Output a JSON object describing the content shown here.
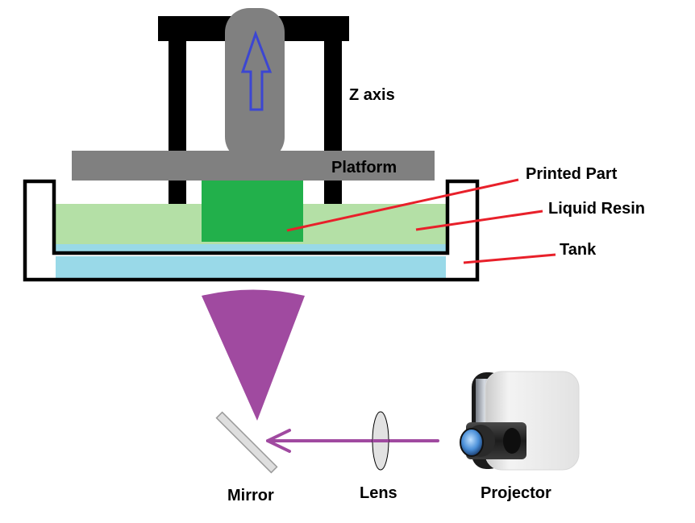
{
  "title": "DLP 3D printer diagram",
  "labels": {
    "z_axis": "Z axis",
    "platform": "Platform",
    "printed_part": "Printed Part",
    "liquid_resin": "Liquid Resin",
    "tank": "Tank",
    "mirror": "Mirror",
    "lens": "Lens",
    "projector": "Projector"
  },
  "colors": {
    "frame": "#000000",
    "platform": "#808080",
    "z_arrow": "#3c46d2",
    "printed_part": "#22b04b",
    "resin": "#b4e0a6",
    "tank_base": "#99d9e8",
    "leader_line": "#e8202a",
    "light_beam": "#a04aa0",
    "lens": "#e2e2e2",
    "mirror": "#dedede"
  }
}
